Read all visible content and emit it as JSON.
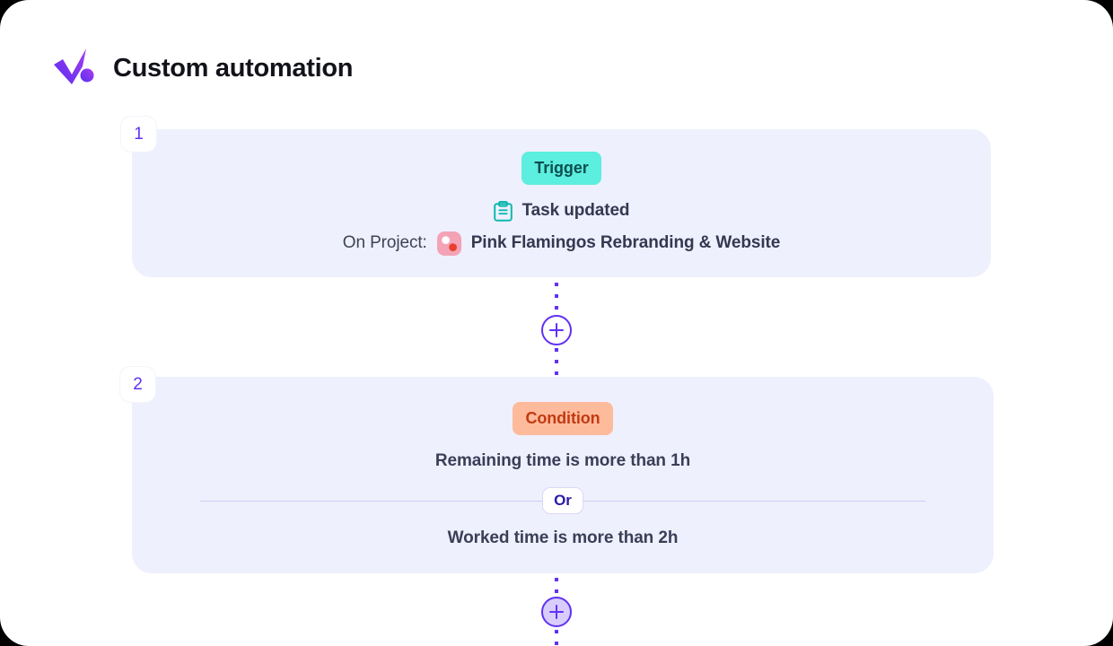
{
  "header": {
    "title": "Custom automation",
    "logo_icon": "checkmark-dot-logo"
  },
  "flow": {
    "steps": [
      {
        "number": "1",
        "type_label": "Trigger",
        "type_color": "#5ceede",
        "type_text_color": "#0d4f4f",
        "event_icon": "clipboard-icon",
        "event_label": "Task updated",
        "project_label": "On Project:",
        "project_icon": "project-avatar-icon",
        "project_name": "Pink Flamingos Rebranding & Website"
      },
      {
        "number": "2",
        "type_label": "Condition",
        "type_color": "#fdbb9c",
        "type_text_color": "#c23a12",
        "conditions": [
          "Remaining time is more than 1h",
          "Worked time is more than 2h"
        ],
        "operator_label": "Or"
      }
    ],
    "add_step_icon": "plus-icon",
    "accent_color": "#6131f5",
    "card_background": "#eef0fd"
  }
}
